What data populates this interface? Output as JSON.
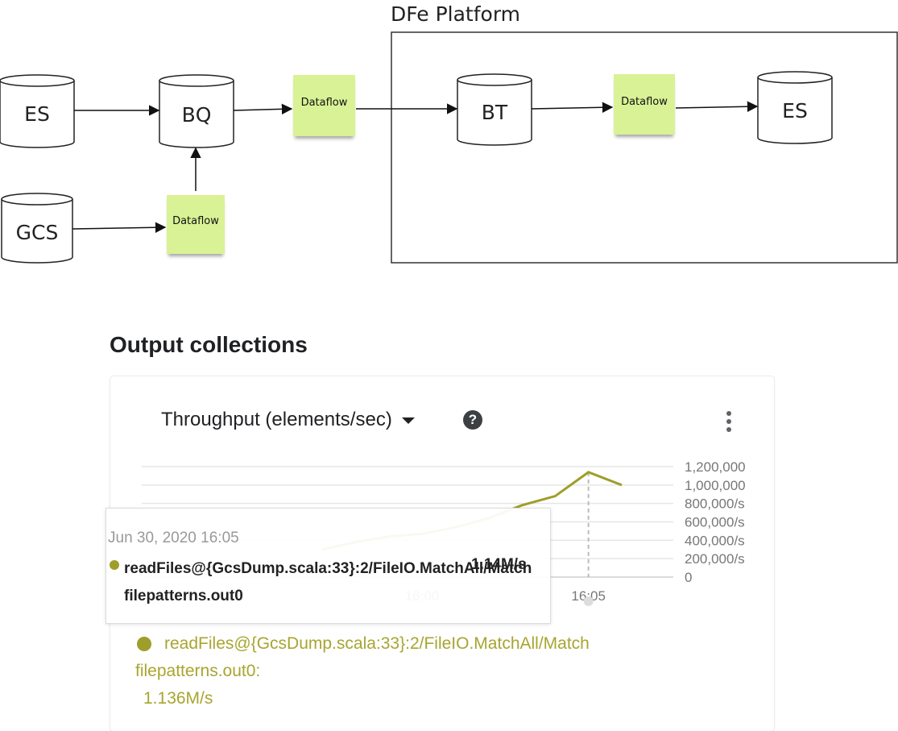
{
  "diagram": {
    "platform_title": "DFe Platform",
    "nodes": {
      "es_left": "ES",
      "bq": "BQ",
      "gcs": "GCS",
      "bt": "BT",
      "es_right": "ES"
    },
    "stickies": {
      "dataflow_bq": "Dataflow",
      "dataflow_gcs": "Dataflow",
      "dataflow_bt": "Dataflow"
    },
    "sticky_color": "#d9f295"
  },
  "panel": {
    "title": "Output collections",
    "metric_label": "Throughput (elements/sec)",
    "help_icon": "help-icon",
    "menu_icon": "more-vert-icon",
    "series_color": "#9e9e2a"
  },
  "chart_data": {
    "type": "line",
    "y_tick_labels": [
      "1,200,000",
      "1,000,000",
      "800,000/s",
      "600,000/s",
      "400,000/s",
      "200,000/s",
      "0"
    ],
    "ylim": [
      0,
      1200000
    ],
    "x_tick_labels": [
      "16:00",
      "16:05"
    ],
    "series": [
      {
        "name": "readFiles@{GcsDump.scala:33}:2/FileIO.MatchAll/Match filepatterns.out0",
        "x": [
          "15:57",
          "15:58",
          "15:59",
          "16:00",
          "16:01",
          "16:02",
          "16:03",
          "16:04",
          "16:05",
          "16:06"
        ],
        "values": [
          300000,
          380000,
          440000,
          470000,
          540000,
          640000,
          780000,
          880000,
          1140000,
          1000000
        ]
      }
    ],
    "hover_x": "16:05",
    "grid": true
  },
  "tooltip": {
    "date": "Jun 30, 2020 16:05",
    "series_name": "readFiles@{GcsDump.scala:33}:2/FileIO.MatchAll/Match filepatterns.out0",
    "value": "1.14M/s"
  },
  "legend": {
    "line1": "readFiles@{GcsDump.scala:33}:2/FileIO.MatchAll/Match",
    "line2": "filepatterns.out0:",
    "value": "1.136M/s"
  }
}
